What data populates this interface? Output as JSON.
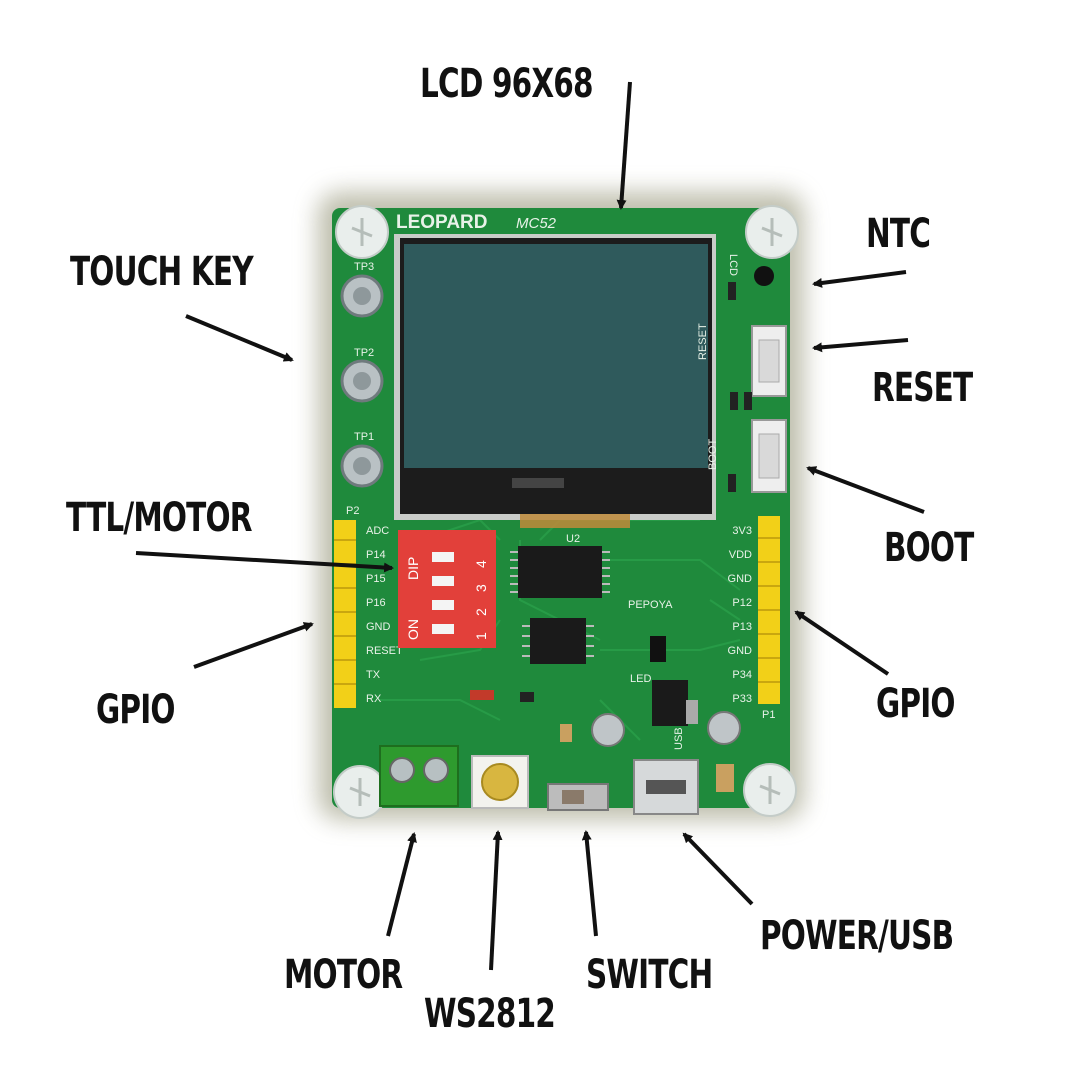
{
  "labels": {
    "lcd": "LCD 96X68",
    "touch_key": "TOUCH KEY",
    "ntc": "NTC",
    "reset": "RESET",
    "boot": "BOOT",
    "ttl_motor": "TTL/MOTOR",
    "gpio_left": "GPIO",
    "gpio_right": "GPIO",
    "motor": "MOTOR",
    "ws2812": "WS2812",
    "switch": "SWITCH",
    "power_usb": "POWER/USB"
  },
  "board": {
    "brand": "LEOPARD",
    "model": "MC52",
    "touch_pads": [
      "TP3",
      "TP2",
      "TP1"
    ],
    "header_left_pins": [
      "ADC",
      "P14",
      "P15",
      "P16",
      "GND",
      "RESET",
      "TX",
      "RX"
    ],
    "header_right_pins": [
      "3V3",
      "VDD",
      "GND",
      "P12",
      "P13",
      "GND",
      "P34",
      "P33"
    ],
    "dip_text": "DIP",
    "dip_on": "ON",
    "dip_numbers": [
      "1",
      "2",
      "3",
      "4"
    ],
    "silkscreen": {
      "lcd": "LCD",
      "reset": "RESET",
      "boot": "BOOT",
      "usb": "USB",
      "led": "LED",
      "pepoya": "PEPOYA",
      "p2": "P2",
      "p1": "P1",
      "u2": "U2"
    }
  },
  "colors": {
    "pcb": "#1f8a3c",
    "pcb_dark": "#176b2f",
    "lcd_screen": "#2f5a5c",
    "header_pins": "#f2d018",
    "dip_switch": "#e2403a",
    "terminal": "#2e9a2e"
  }
}
